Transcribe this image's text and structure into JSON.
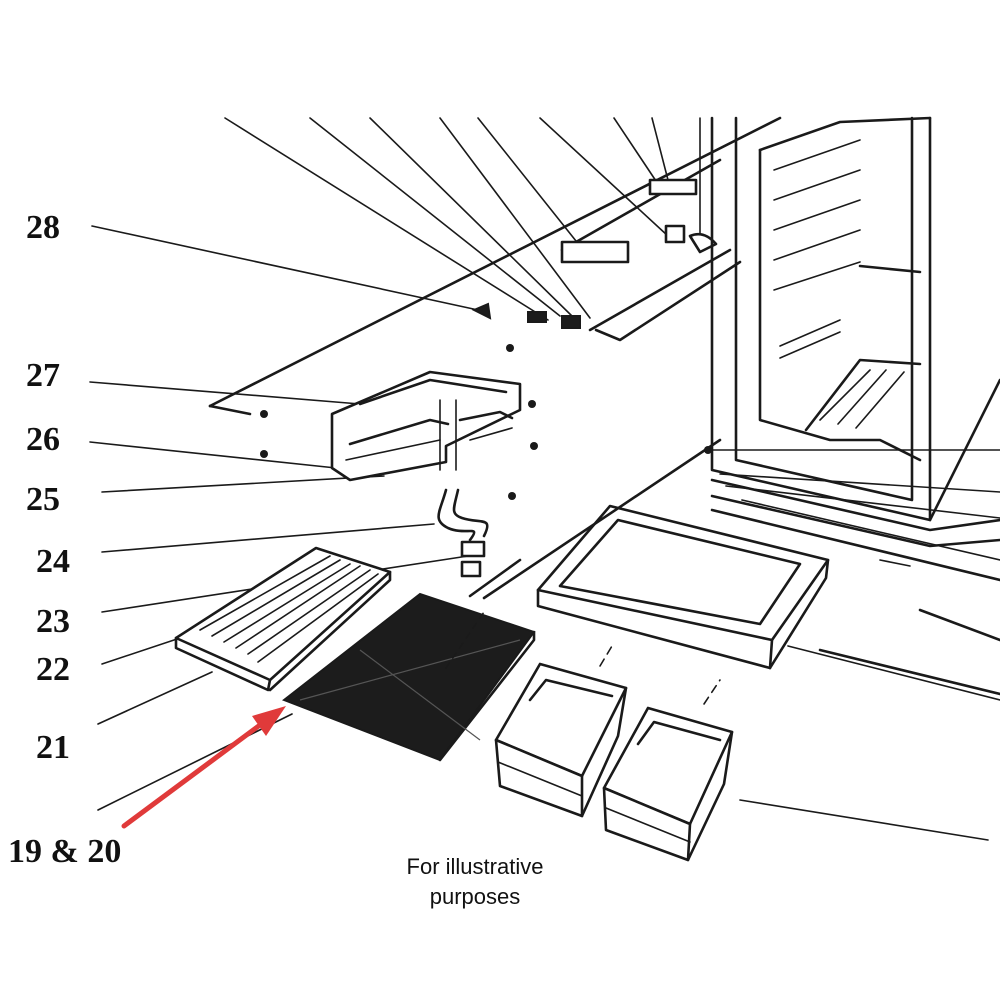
{
  "callouts": {
    "c28": "28",
    "c27": "27",
    "c26": "26",
    "c25": "25",
    "c24": "24",
    "c23": "23",
    "c22": "22",
    "c21": "21",
    "c19_20": "19 & 20"
  },
  "caption": {
    "line1": "For illustrative",
    "line2": "purposes"
  },
  "colors": {
    "ink": "#1a1a1a",
    "pointer_arrow": "#e03a3a",
    "background": "#ffffff"
  }
}
